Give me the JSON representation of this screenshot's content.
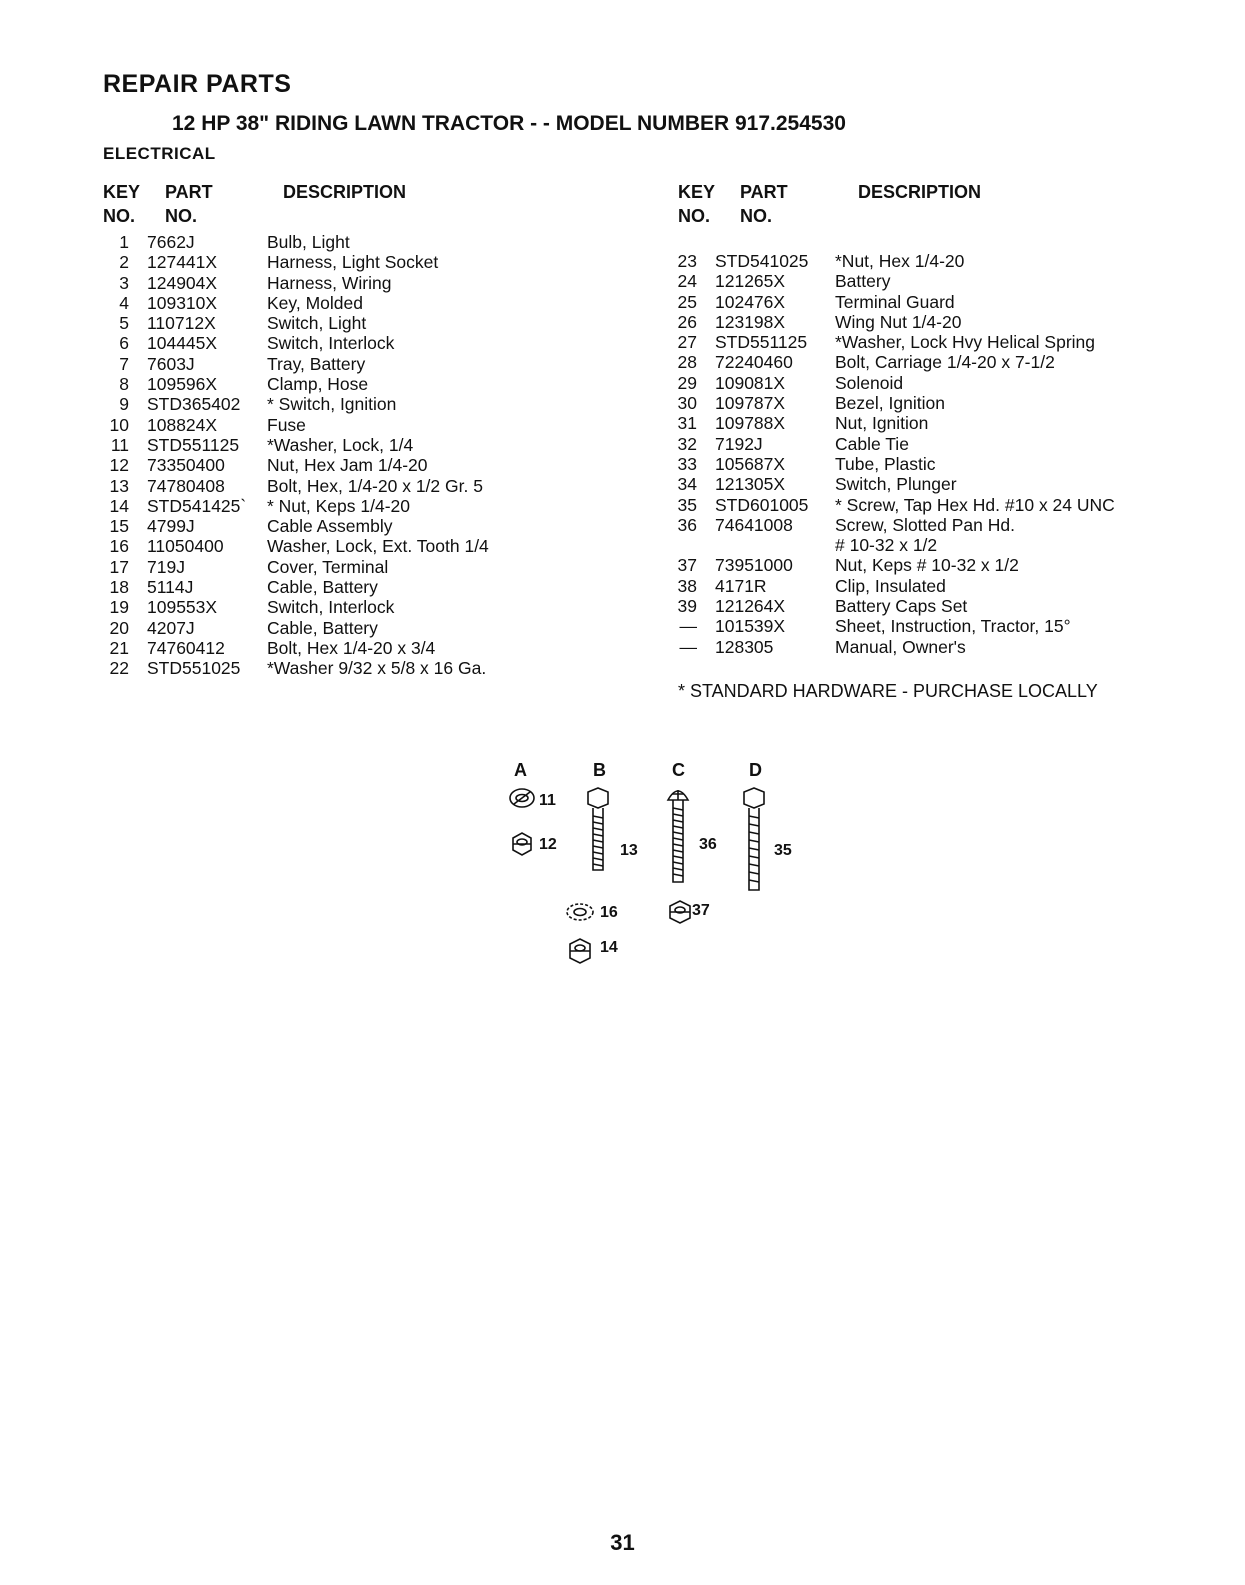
{
  "header": {
    "title": "REPAIR PARTS",
    "subtitle": "12 HP 38\" RIDING LAWN TRACTOR - - MODEL NUMBER 917.254530",
    "section": "ELECTRICAL"
  },
  "columns": {
    "key_line1": "KEY",
    "key_line2": "NO.",
    "part_line1": "PART",
    "part_line2": "NO.",
    "description": "DESCRIPTION"
  },
  "left_parts": [
    {
      "key": "1",
      "part": "7662J",
      "desc": "Bulb, Light"
    },
    {
      "key": "2",
      "part": "127441X",
      "desc": "Harness, Light Socket"
    },
    {
      "key": "3",
      "part": "124904X",
      "desc": "Harness, Wiring"
    },
    {
      "key": "4",
      "part": "109310X",
      "desc": "Key, Molded"
    },
    {
      "key": "5",
      "part": "110712X",
      "desc": "Switch, Light"
    },
    {
      "key": "6",
      "part": "104445X",
      "desc": "Switch, Interlock"
    },
    {
      "key": "7",
      "part": "7603J",
      "desc": "Tray, Battery"
    },
    {
      "key": "8",
      "part": "109596X",
      "desc": "Clamp, Hose"
    },
    {
      "key": "9",
      "part": "STD365402",
      "desc": "* Switch, Ignition"
    },
    {
      "key": "10",
      "part": "108824X",
      "desc": "Fuse"
    },
    {
      "key": "11",
      "part": "STD551125",
      "desc": "*Washer, Lock, 1/4"
    },
    {
      "key": "12",
      "part": "73350400",
      "desc": "Nut, Hex Jam 1/4-20"
    },
    {
      "key": "13",
      "part": "74780408",
      "desc": "Bolt, Hex, 1/4-20 x 1/2 Gr. 5"
    },
    {
      "key": "14",
      "part": "STD541425`",
      "desc": "* Nut, Keps 1/4-20"
    },
    {
      "key": "15",
      "part": "4799J",
      "desc": "Cable Assembly"
    },
    {
      "key": "16",
      "part": "11050400",
      "desc": "Washer, Lock, Ext. Tooth 1/4"
    },
    {
      "key": "17",
      "part": "719J",
      "desc": "Cover, Terminal"
    },
    {
      "key": "18",
      "part": "5114J",
      "desc": "Cable, Battery"
    },
    {
      "key": "19",
      "part": "109553X",
      "desc": "Switch, Interlock"
    },
    {
      "key": "20",
      "part": "4207J",
      "desc": "Cable, Battery"
    },
    {
      "key": "21",
      "part": "74760412",
      "desc": "Bolt, Hex 1/4-20 x 3/4"
    },
    {
      "key": "22",
      "part": "STD551025",
      "desc": "*Washer 9/32 x 5/8 x 16 Ga."
    }
  ],
  "right_parts": [
    {
      "key": "23",
      "part": "STD541025",
      "desc": "*Nut, Hex 1/4-20"
    },
    {
      "key": "24",
      "part": "121265X",
      "desc": "Battery"
    },
    {
      "key": "25",
      "part": "102476X",
      "desc": "Terminal Guard"
    },
    {
      "key": "26",
      "part": "123198X",
      "desc": "Wing Nut 1/4-20"
    },
    {
      "key": "27",
      "part": "STD551125",
      "desc": "*Washer, Lock Hvy Helical Spring"
    },
    {
      "key": "28",
      "part": "72240460",
      "desc": "Bolt, Carriage 1/4-20 x 7-1/2"
    },
    {
      "key": "29",
      "part": "109081X",
      "desc": "Solenoid"
    },
    {
      "key": "30",
      "part": "109787X",
      "desc": "Bezel, Ignition"
    },
    {
      "key": "31",
      "part": "109788X",
      "desc": "Nut, Ignition"
    },
    {
      "key": "32",
      "part": "7192J",
      "desc": "Cable Tie"
    },
    {
      "key": "33",
      "part": "105687X",
      "desc": "Tube, Plastic"
    },
    {
      "key": "34",
      "part": "121305X",
      "desc": "Switch, Plunger"
    },
    {
      "key": "35",
      "part": "STD601005",
      "desc": "* Screw, Tap Hex Hd. #10 x 24 UNC"
    },
    {
      "key": "36",
      "part": "74641008",
      "desc": "Screw, Slotted Pan Hd."
    },
    {
      "key": "",
      "part": "",
      "desc": "# 10-32 x 1/2"
    },
    {
      "key": "37",
      "part": "73951000",
      "desc": "Nut, Keps # 10-32 x 1/2"
    },
    {
      "key": "38",
      "part": "4171R",
      "desc": "Clip, Insulated"
    },
    {
      "key": "39",
      "part": "121264X",
      "desc": "Battery Caps Set"
    },
    {
      "key": "—",
      "part": "101539X",
      "desc": "Sheet, Instruction, Tractor, 15°"
    },
    {
      "key": "—",
      "part": "128305",
      "desc": " Manual, Owner's"
    }
  ],
  "footnote": "* STANDARD HARDWARE - PURCHASE LOCALLY",
  "hardware": {
    "letters": [
      "A",
      "B",
      "C",
      "D"
    ],
    "labels": {
      "n11": "11",
      "n12": "12",
      "n13": "13",
      "n36": "36",
      "n35": "35",
      "n16": "16",
      "n37": "37",
      "n14": "14"
    }
  },
  "page_number": "31"
}
